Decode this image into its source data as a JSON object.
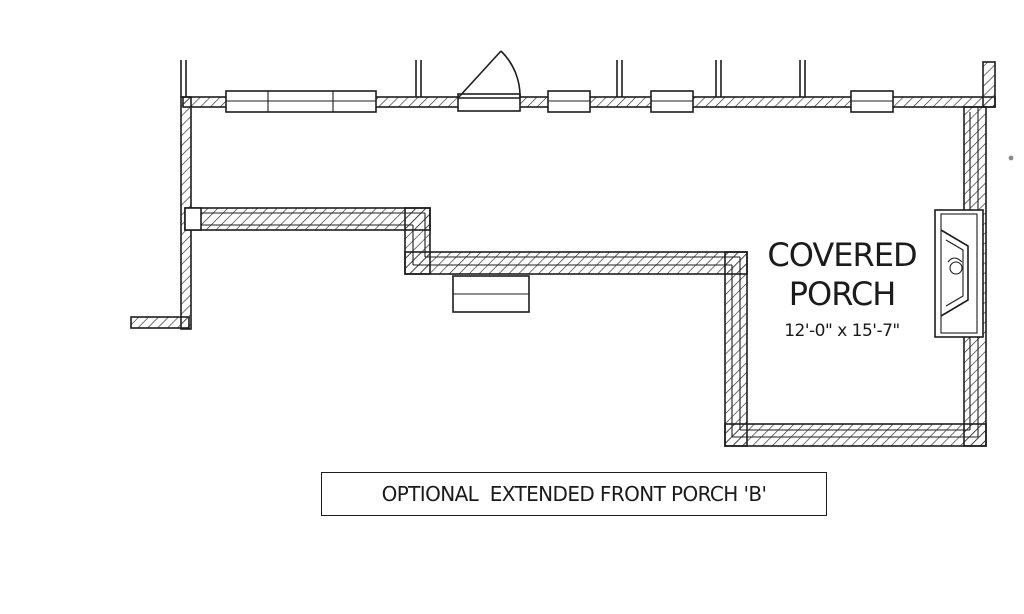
{
  "diagram": {
    "room": {
      "name_line1": "COVERED",
      "name_line2": "PORCH",
      "dimensions": "12'-0\" x 15'-7\""
    },
    "caption": "OPTIONAL  EXTENDED FRONT PORCH 'B'"
  }
}
